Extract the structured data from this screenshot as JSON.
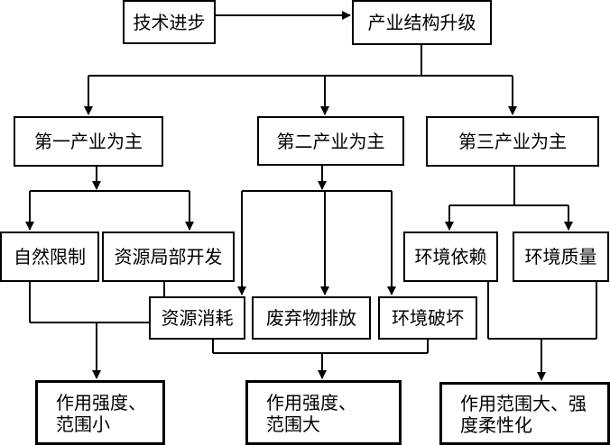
{
  "nodes": {
    "tech_progress": "技术进步",
    "industry_upgrade": "产业结构升级",
    "primary": "第一产业为主",
    "secondary": "第二产业为主",
    "tertiary": "第三产业为主",
    "natural_limit": "自然限制",
    "partial_dev": "资源局部开发",
    "resource_use": "资源消耗",
    "waste": "废弃物排放",
    "env_damage": "环境破坏",
    "env_depend": "环境依赖",
    "env_quality": "环境质量",
    "result_small_l1": "作用强度、",
    "result_small_l2": "范围小",
    "result_large_l1": "作用强度、",
    "result_large_l2": "范围大",
    "result_soft_l1": "作用范围大、强",
    "result_soft_l2": "度柔性化"
  }
}
